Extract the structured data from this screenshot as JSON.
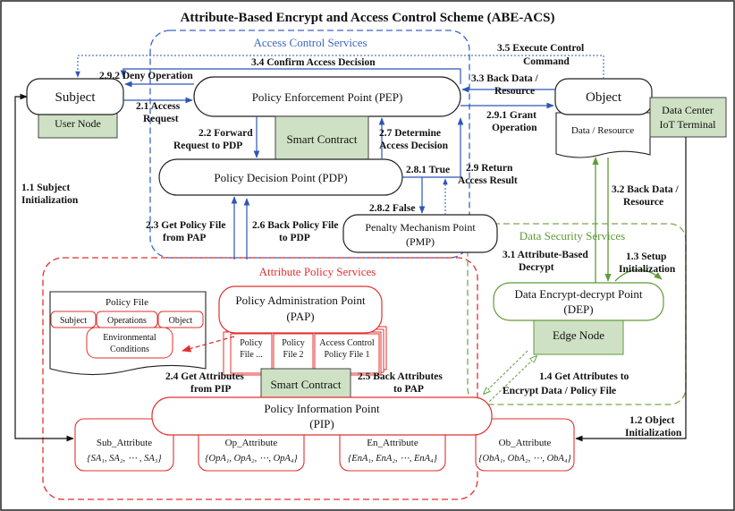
{
  "title": "Attribute-Based Encrypt and Access Control Scheme (ABE-ACS)",
  "regions": {
    "access_control": "Access Control Services",
    "attribute_policy": "Attribute Policy Services",
    "data_security": "Data Security Services"
  },
  "nodes": {
    "subject": "Subject",
    "user_node": "User Node",
    "object": "Object",
    "data_resource": "Data / Resource",
    "data_center": [
      "Data Center",
      "IoT Terminal"
    ],
    "pep": "Policy Enforcement Point (PEP)",
    "smart_contract_top": "Smart Contract",
    "pdp": "Policy Decision Point (PDP)",
    "pmp": [
      "Penalty Mechanism Point",
      "(PMP)"
    ],
    "pap": [
      "Policy Administration Point",
      "(PAP)"
    ],
    "policy_files": [
      [
        "Policy",
        "File ..."
      ],
      [
        "Policy",
        "File 2"
      ],
      [
        "Access Control",
        "Policy File 1"
      ]
    ],
    "smart_contract_bottom": "Smart Contract",
    "dep": [
      "Data Encrypt-decrypt Point",
      "(DEP)"
    ],
    "edge_node": "Edge Node",
    "pip": [
      "Policy Information Point",
      "(PIP)"
    ],
    "policy_file": {
      "title": "Policy File",
      "items": [
        "Subject",
        "Operations",
        "Object"
      ],
      "env": [
        "Environmental",
        "Conditions"
      ]
    },
    "attributes": [
      {
        "name": "Sub_Attribute",
        "set": "{SA₁, SA₂, ⋯ , SA₃}"
      },
      {
        "name": "Op_Attribute",
        "set": "{OpA₁, OpA₂, ⋯, OpA₄}"
      },
      {
        "name": "En_Attribute",
        "set": "{EnA₁, EnA₂, ⋯, EnA₄}"
      },
      {
        "name": "Ob_Attribute",
        "set": "{ObA₁, ObA₂, ⋯, ObA₄}"
      }
    ]
  },
  "steps": {
    "s11": [
      "1.1 Subject",
      "Initialization"
    ],
    "s12": [
      "1.2 Object",
      "Initialization"
    ],
    "s13": [
      "1.3 Setup",
      "Initialization"
    ],
    "s14": [
      "1.4 Get Attributes to",
      "Encrypt Data / Policy File"
    ],
    "s21": [
      "2.1 Access",
      "Request"
    ],
    "s22": [
      "2.2 Forward",
      "Request to PDP"
    ],
    "s23": [
      "2.3 Get Policy File",
      "from PAP"
    ],
    "s24": [
      "2.4 Get Attributes",
      "from PIP"
    ],
    "s25": [
      "2.5 Back Attributes",
      "to PAP"
    ],
    "s26": [
      "2.6 Back Policy File",
      "to PDP"
    ],
    "s27": [
      "2.7 Determine",
      "Access Decision"
    ],
    "s281": "2.8.1 True",
    "s282": "2.8.2 False",
    "s29": [
      "2.9 Return",
      "Access Result"
    ],
    "s291": [
      "2.9.1 Grant",
      "Operation"
    ],
    "s292": "2.9.2 Deny Operation",
    "s31": [
      "3.1 Attribute-Based",
      "Decrypt"
    ],
    "s32": [
      "3.2 Back Data /",
      "Resource"
    ],
    "s33": [
      "3.3 Back Data /",
      "Resource"
    ],
    "s34": "3.4 Confirm Access Decision",
    "s35": [
      "3.5 Execute Control",
      "Command"
    ]
  },
  "colors": {
    "blue_region": "#3a66c4",
    "red_region": "#e0312f",
    "green_region": "#7aa84a",
    "box_green": "#cfe1c4",
    "arrow_blue": "#2f56b5",
    "arrow_green": "#5f9b3a",
    "arrow_red": "#e0312f"
  }
}
